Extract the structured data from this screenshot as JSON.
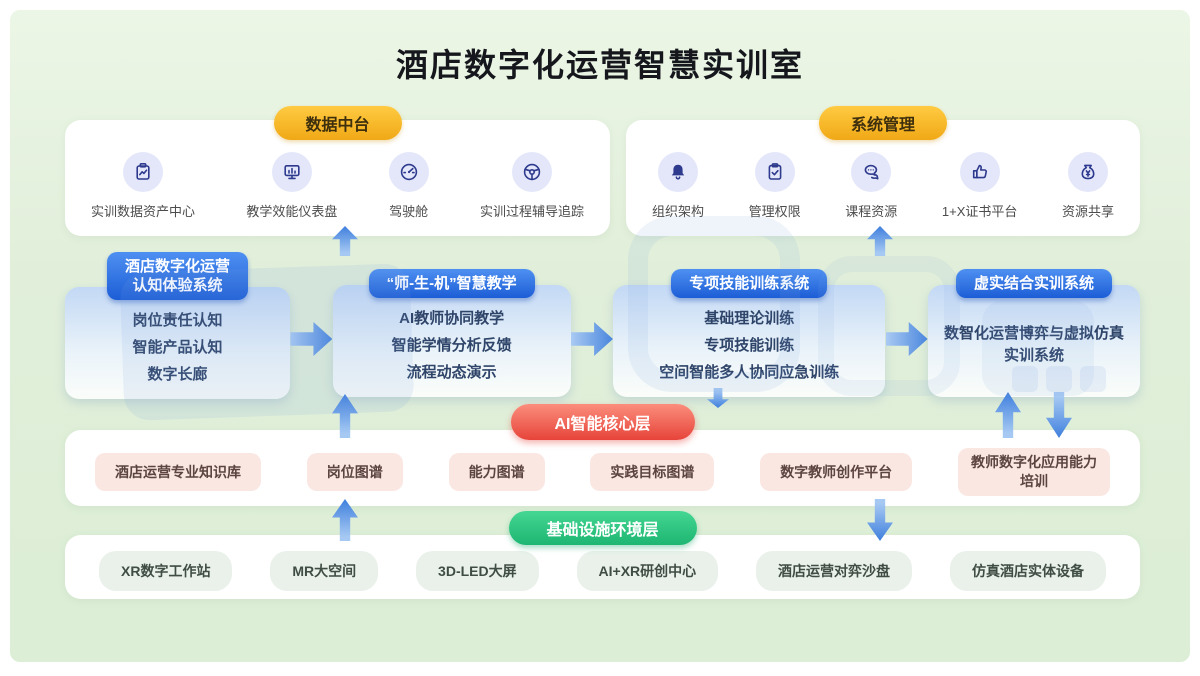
{
  "title": "酒店数字化运营智慧实训室",
  "data_platform": {
    "label": "数据中台",
    "items": [
      {
        "icon": "clipboard-chart-icon",
        "label": "实训数据资产中心"
      },
      {
        "icon": "dashboard-monitor-icon",
        "label": "教学效能仪表盘"
      },
      {
        "icon": "gauge-icon",
        "label": "驾驶舱"
      },
      {
        "icon": "steering-wheel-icon",
        "label": "实训过程辅导追踪"
      }
    ]
  },
  "system_management": {
    "label": "系统管理",
    "items": [
      {
        "icon": "bell-icon",
        "label": "组织架构"
      },
      {
        "icon": "clipboard-check-icon",
        "label": "管理权限"
      },
      {
        "icon": "chat-bubbles-icon",
        "label": "课程资源"
      },
      {
        "icon": "thumbs-up-icon",
        "label": "1+X证书平台"
      },
      {
        "icon": "money-bag-icon",
        "label": "资源共享"
      }
    ]
  },
  "systems": [
    {
      "header_lines": [
        "酒店数字化运营",
        "认知体验系统"
      ],
      "lines": [
        "岗位责任认知",
        "智能产品认知",
        "数字长廊"
      ]
    },
    {
      "header_lines": [
        "“师-生-机”智慧教学"
      ],
      "lines": [
        "AI教师协同教学",
        "智能学情分析反馈",
        "流程动态演示"
      ]
    },
    {
      "header_lines": [
        "专项技能训练系统"
      ],
      "lines": [
        "基础理论训练",
        "专项技能训练",
        "空间智能多人协同应急训练"
      ]
    },
    {
      "header_lines": [
        "虚实结合实训系统"
      ],
      "lines": [
        "数智化运营博弈与虚拟仿真实训系统"
      ]
    }
  ],
  "ai_core_layer": {
    "label": "AI智能核心层",
    "items": [
      "酒店运营专业知识库",
      "岗位图谱",
      "能力图谱",
      "实践目标图谱",
      "数字教师创作平台",
      "教师数字化应用能力培训"
    ]
  },
  "infrastructure_layer": {
    "label": "基础设施环境层",
    "items": [
      "XR数字工作站",
      "MR大空间",
      "3D-LED大屏",
      "AI+XR研创中心",
      "酒店运营对弈沙盘",
      "仿真酒店实体设备"
    ]
  },
  "colors": {
    "background_green": "#e1efda",
    "accent_yellow": "#f5b32b",
    "accent_blue": "#2a6fdd",
    "accent_red": "#ee5145",
    "accent_green": "#2fc783",
    "arrow_blue": "#5e93e2"
  }
}
